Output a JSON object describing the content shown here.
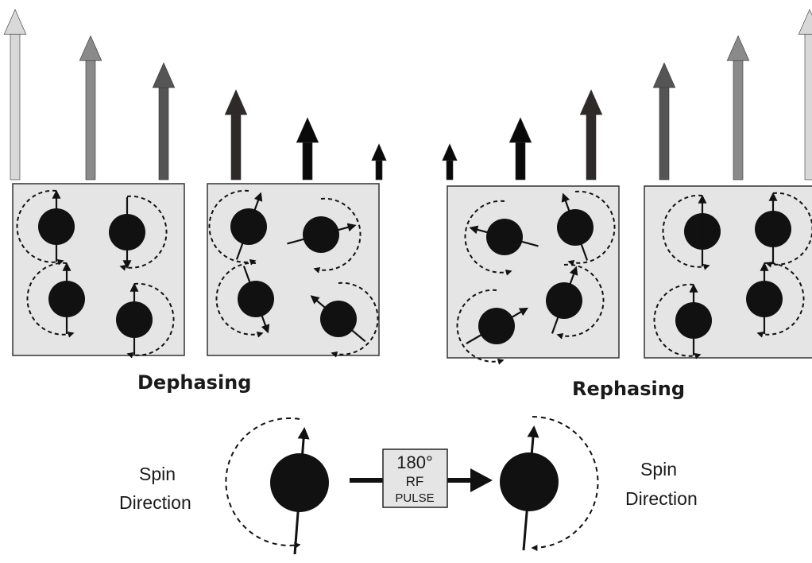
{
  "labels": {
    "dephasing": "Dephasing",
    "rephasing": "Rephasing",
    "spin_direction_left": [
      "Spin",
      "Direction"
    ],
    "spin_direction_right": [
      "Spin",
      "Direction"
    ],
    "pulse_box": [
      "180°",
      "RF",
      "PULSE"
    ]
  },
  "colors": {
    "panel_fill": "#e5e5e5",
    "spin_fill": "#111111",
    "arrow_shades": [
      "#d8d8d8",
      "#8a8a8a",
      "#555555",
      "#2f2a2a",
      "#0a0a0a"
    ]
  },
  "magnetization_arrows": [
    {
      "shade": "#d8d8d8"
    },
    {
      "shade": "#8a8a8a"
    },
    {
      "shade": "#555555"
    },
    {
      "shade": "#2f2a2a"
    },
    {
      "shade": "#0a0a0a"
    },
    {
      "shade": "#0a0a0a"
    },
    {
      "shade": "#0a0a0a"
    },
    {
      "shade": "#0a0a0a"
    },
    {
      "shade": "#2f2a2a"
    },
    {
      "shade": "#555555"
    },
    {
      "shade": "#8a8a8a"
    },
    {
      "shade": "#d8d8d8"
    }
  ],
  "panels": [
    {
      "name": "in-phase"
    },
    {
      "name": "dephasing"
    },
    {
      "name": "rephasing"
    },
    {
      "name": "rephased"
    }
  ]
}
